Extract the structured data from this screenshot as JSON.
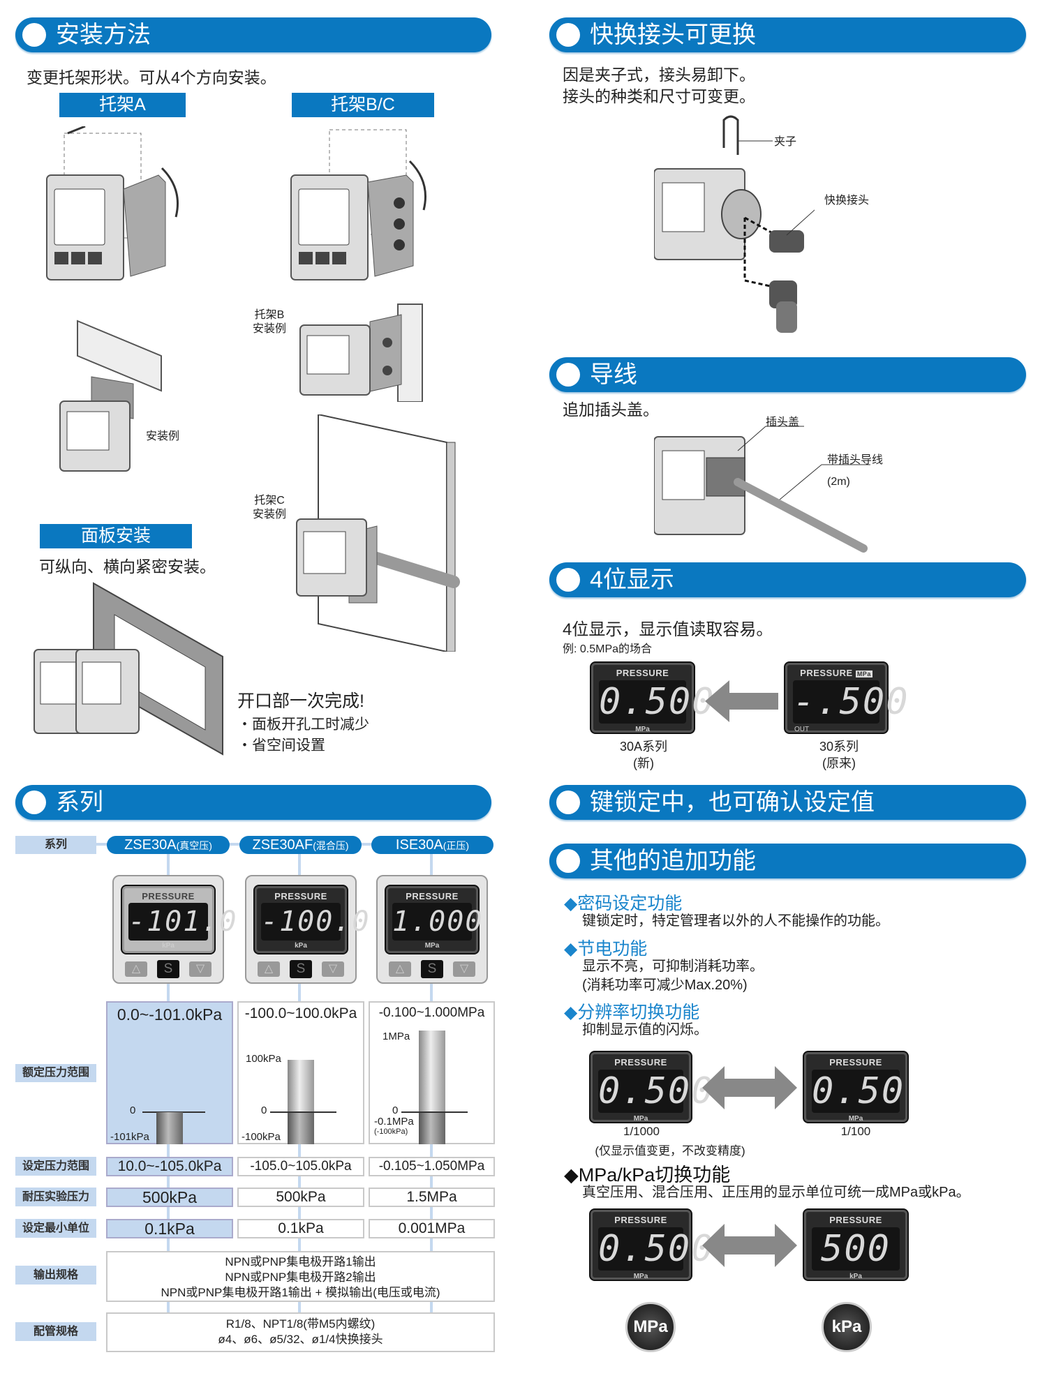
{
  "mounting": {
    "title": "安装方法",
    "intro": "变更托架形状。可从4个方向安装。",
    "bracket_a": "托架A",
    "bracket_bc": "托架B/C",
    "example": "安装例",
    "bracket_b_example": [
      "托架B",
      "安装例"
    ],
    "bracket_c_example": [
      "托架C",
      "安装例"
    ],
    "panel_title": "面板安装",
    "panel_desc": "可纵向、横向紧密安装。",
    "panel_headline": "开口部一次完成!",
    "panel_bullets": [
      "・面板开孔工时减少",
      "・省空间设置"
    ]
  },
  "quick_connector": {
    "title": "快换接头可更换",
    "lines": [
      "因是夹子式，接头易卸下。",
      "接头的种类和尺寸可变更。"
    ],
    "clip_label": "夹子",
    "connector_label": "快换接头"
  },
  "lead_wire": {
    "title": "导线",
    "desc": "追加插头盖。",
    "cover_label": "插头盖",
    "wire_label": "带插头导线",
    "wire_length": "(2m)"
  },
  "four_digit": {
    "title": "4位显示",
    "desc": "4位显示，显示值读取容易。",
    "example": "例: 0.5MPa的场合",
    "new": {
      "pressure": "PRESSURE",
      "digits": "0.500",
      "unit": "MPa",
      "series": "30A系列",
      "note": "(新)"
    },
    "old": {
      "pressure": "PRESSURE",
      "digits": "-.500",
      "unit_badge": "MPa",
      "out": "OUT",
      "series": "30系列",
      "note": "(原来)"
    }
  },
  "keylock": {
    "title": "键锁定中，也可确认设定值"
  },
  "other": {
    "title": "其他的追加功能",
    "features": [
      {
        "title": "◆密码设定功能",
        "desc": [
          "键锁定时，特定管理者以外的人不能操作的功能。"
        ]
      },
      {
        "title": "◆节电功能",
        "desc": [
          "显示不亮，可抑制消耗功率。",
          "(消耗功率可减少Max.20%)"
        ]
      },
      {
        "title": "◆分辨率切换功能",
        "desc": [
          "抑制显示值的闪烁。"
        ]
      },
      {
        "title": "◆MPa/kPa切换功能",
        "desc": [
          "真空压用、混合压用、正压用的显示单位可统一成MPa或kPa。"
        ]
      }
    ],
    "resolution": {
      "left": {
        "pressure": "PRESSURE",
        "digits": "0.500",
        "unit": "MPa",
        "caption": "1/1000"
      },
      "right": {
        "pressure": "PRESSURE",
        "digits": "0.50",
        "unit": "MPa",
        "caption": "1/100"
      },
      "note": "(仅显示值变更，不改变精度)"
    },
    "unit_switch": {
      "left": {
        "pressure": "PRESSURE",
        "digits": "0.500",
        "unit": "MPa",
        "badge": "MPa"
      },
      "right": {
        "pressure": "PRESSURE",
        "digits": "500",
        "unit": "kPa",
        "badge": "kPa"
      }
    }
  },
  "series": {
    "title": "系列",
    "row_labels": {
      "series": "系列",
      "rated": "额定压力范围",
      "set": "设定压力范围",
      "proof": "耐压实验压力",
      "min_unit": "设定最小单位",
      "output": "输出规格",
      "piping": "配管规格"
    },
    "models": [
      {
        "name": "ZSE30A",
        "type": "(真空压)",
        "display": "-101.0",
        "unit": "kPa",
        "rated": "0.0~-101.0kPa",
        "ticks": [
          "0",
          "-101kPa"
        ],
        "set": "10.0~-105.0kPa",
        "proof": "500kPa",
        "min_unit": "0.1kPa"
      },
      {
        "name": "ZSE30AF",
        "type": "(混合压)",
        "display": "-100.0",
        "unit": "kPa",
        "rated": "-100.0~100.0kPa",
        "ticks": [
          "100kPa",
          "0",
          "-100kPa"
        ],
        "set": "-105.0~105.0kPa",
        "proof": "500kPa",
        "min_unit": "0.1kPa"
      },
      {
        "name": "ISE30A",
        "type": "(正压)",
        "display": "1.000",
        "unit": "MPa",
        "rated": "-0.100~1.000MPa",
        "ticks": [
          "1MPa",
          "0",
          "-0.1MPa",
          "(-100kPa)"
        ],
        "set": "-0.105~1.050MPa",
        "proof": "1.5MPa",
        "min_unit": "0.001MPa"
      }
    ],
    "output": [
      "NPN或PNP集电极开路1输出",
      "NPN或PNP集电极开路2输出",
      "NPN或PNP集电极开路1输出 + 模拟输出(电压或电流)"
    ],
    "piping": [
      "R1/8、NPT1/8(带M5内螺纹)",
      "ø4、ø6、ø5/32、ø1/4快换接头"
    ],
    "keys": [
      "△",
      "S",
      "▽"
    ],
    "pressure": "PRESSURE"
  }
}
